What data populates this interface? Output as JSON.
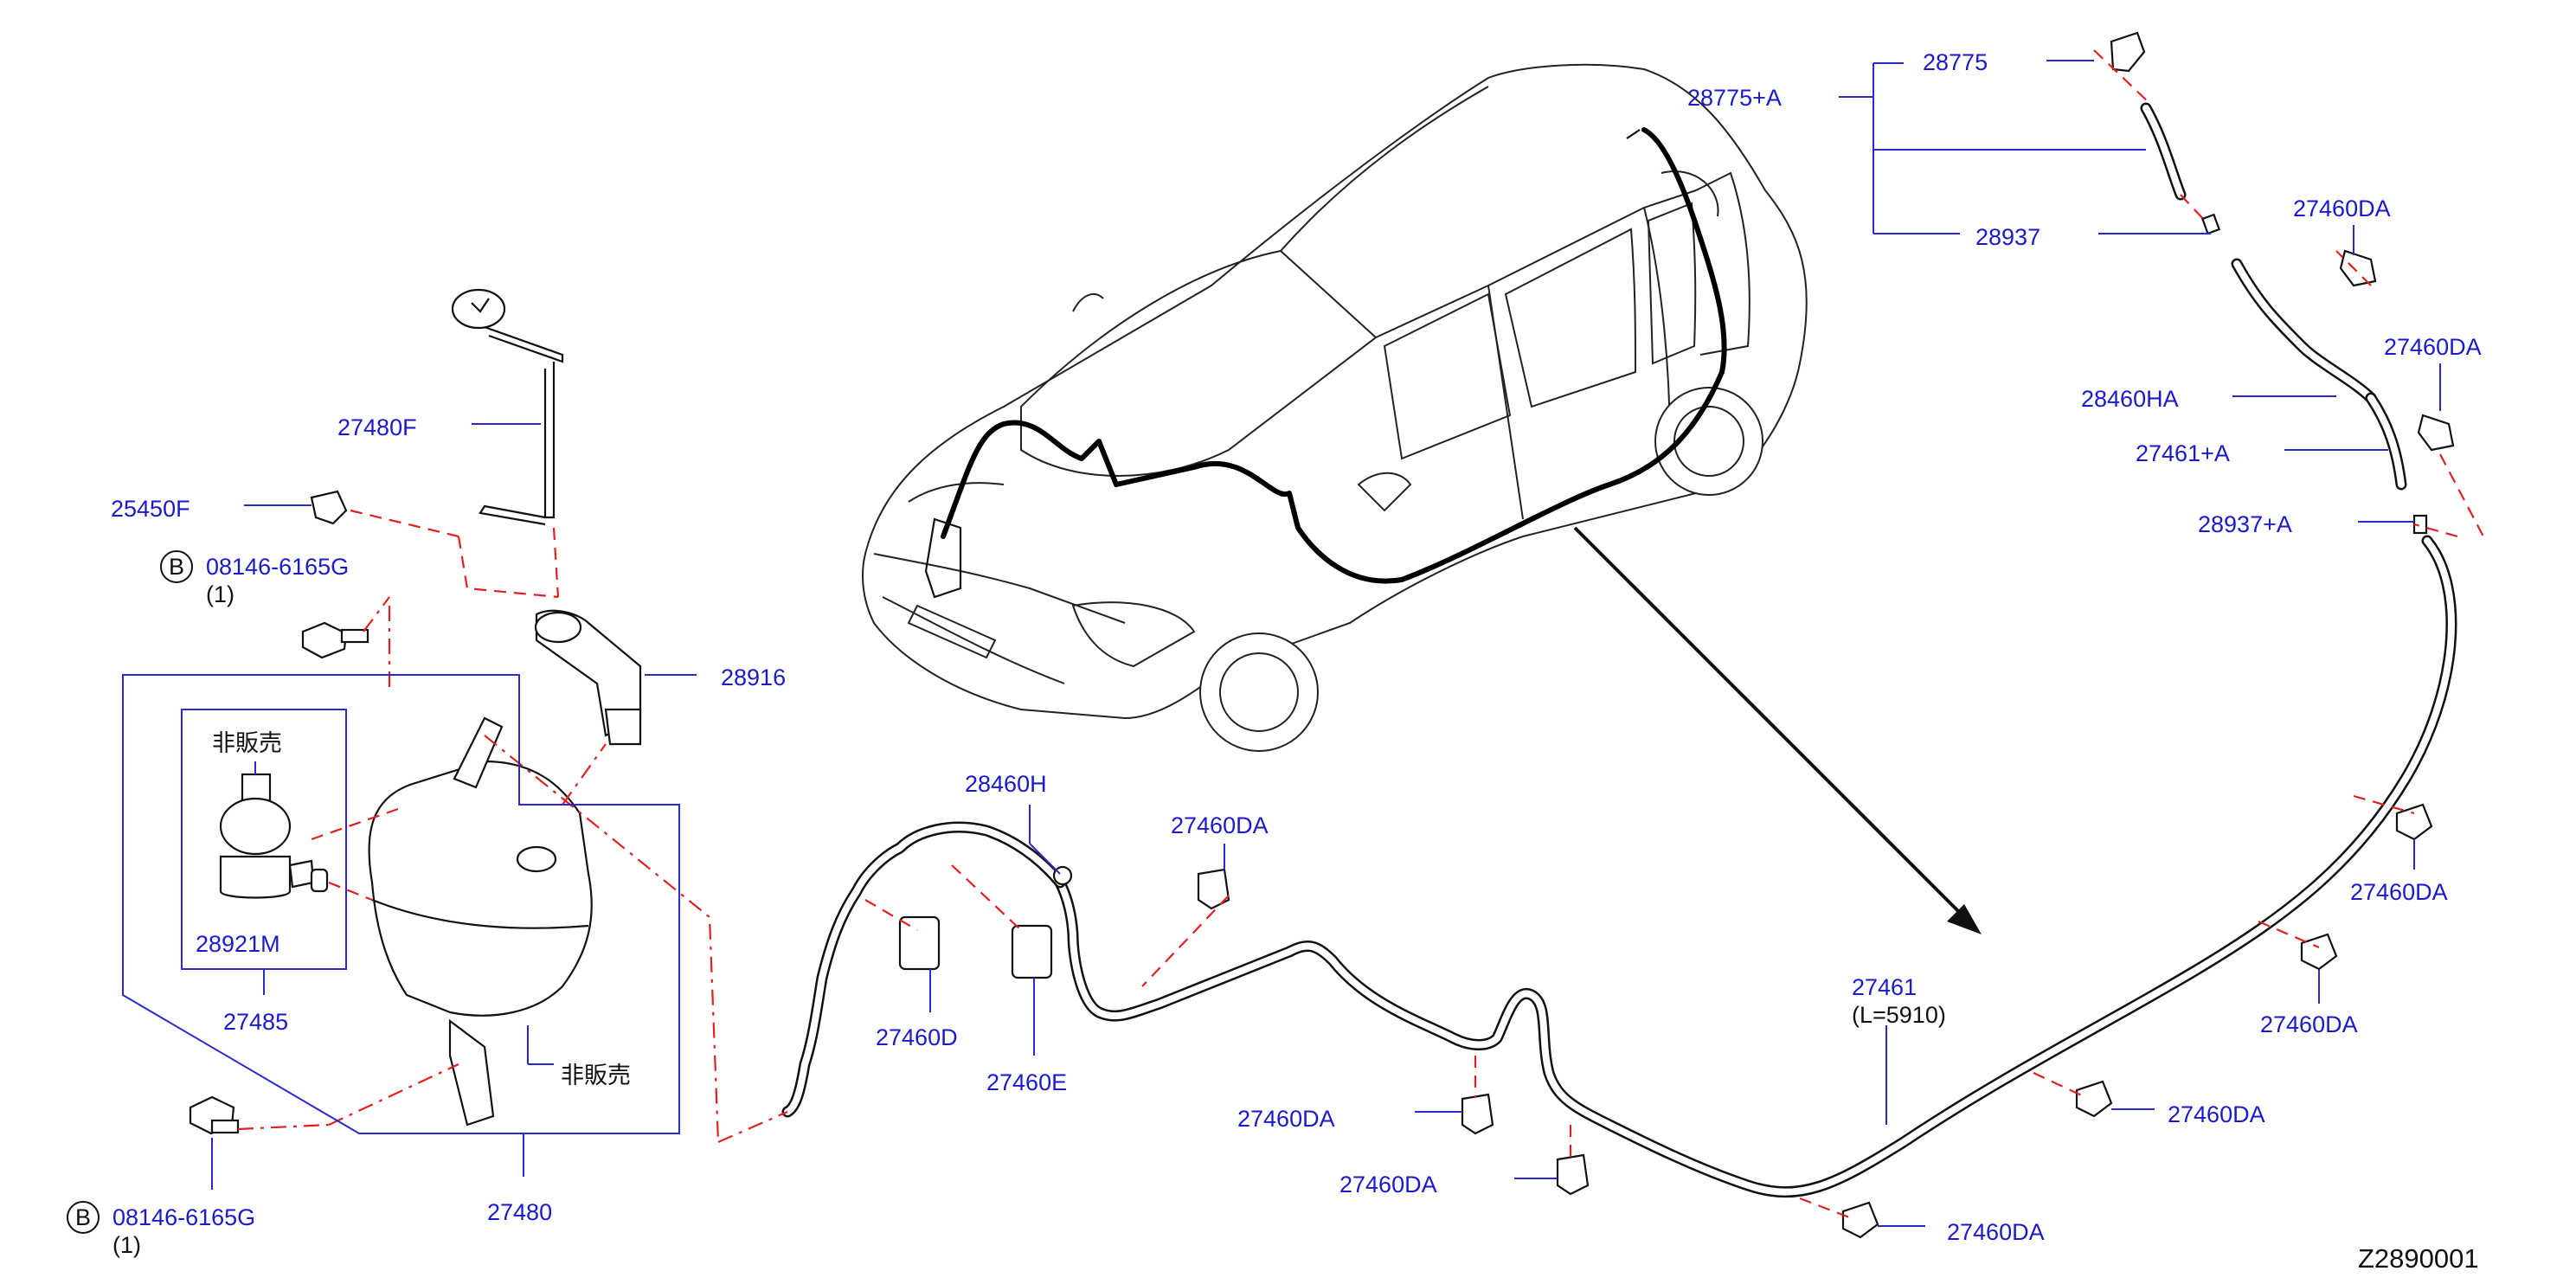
{
  "labels": {
    "p28775": "28775",
    "p28775A": "28775+A",
    "p28937": "28937",
    "p27460DA_1": "27460DA",
    "p27460DA_2": "27460DA",
    "p28460HA": "28460HA",
    "p27461A": "27461+A",
    "p28937A": "28937+A",
    "p27480F": "27480F",
    "p25450F": "25450F",
    "bolt_top_marker": "B",
    "bolt_top_code": "08146-6165G",
    "bolt_top_qty": "(1)",
    "p28916": "28916",
    "not_sold_1": "非販売",
    "p28921M": "28921M",
    "p27485": "27485",
    "not_sold_2": "非販売",
    "bolt_bot_marker": "B",
    "bolt_bot_code": "08146-6165G",
    "bolt_bot_qty": "(1)",
    "p27480": "27480",
    "p28460H": "28460H",
    "p27460DA_3": "27460DA",
    "p27460D": "27460D",
    "p27460E": "27460E",
    "p27460DA_4": "27460DA",
    "p27460DA_5": "27460DA",
    "p27461": "27461",
    "p27461_len": "(L=5910)",
    "p27460DA_6": "27460DA",
    "p27460DA_7": "27460DA",
    "p27460DA_8": "27460DA",
    "p27460DA_9": "27460DA",
    "ref_code": "Z2890001"
  },
  "colors": {
    "label": "#1a1acc",
    "leader": "#2a2acc",
    "phantom": "#e02020",
    "line": "#111111"
  }
}
